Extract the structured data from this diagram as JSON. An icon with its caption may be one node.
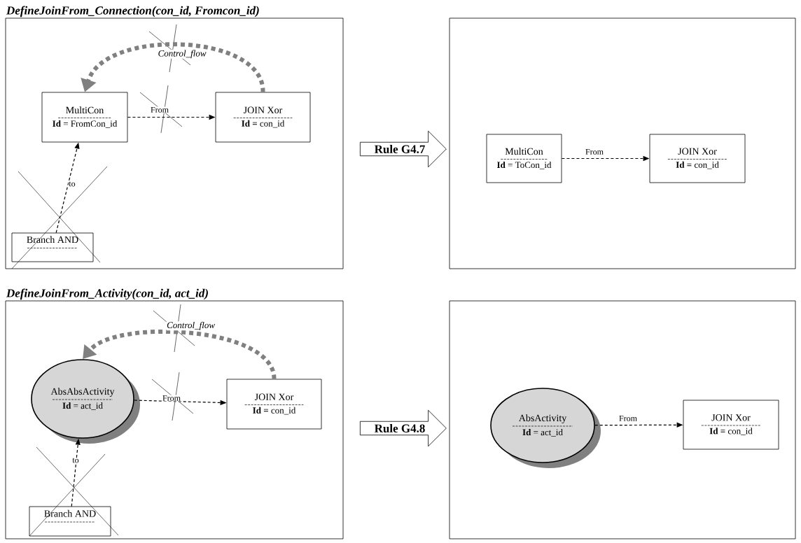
{
  "diagram": {
    "nodes": [
      {
        "text": [
          "DefineJoinFrom_Connection(con_id, Fromcon_id)"
        ]
      },
      {
        "text": [
          "MultiCon",
          "**Id** = FromCon_id"
        ],
        "in": 0
      },
      {
        "text": [
          "JOIN Xor",
          "**Id =** con_id"
        ],
        "in": 0
      },
      {
        "text": [
          "Branch AND"
        ],
        "in": 0
      },
      {
        "text": [
          "Rule G4.7"
        ]
      },
      {
        "text": [],
        "shape": "box"
      },
      {
        "text": [
          "MultiCon",
          "**Id** = ToCon_id"
        ],
        "in": 5
      },
      {
        "text": [
          "JOIN Xor",
          "**Id =** con_id"
        ],
        "in": 5
      },
      {
        "text": [
          "DefineJoinFrom_Activity(con_id, act_id)"
        ]
      },
      {
        "text": [
          "AbsAbsActivity",
          "**Id** = act_id"
        ],
        "in": 8
      },
      {
        "text": [
          "JOIN Xor",
          "**Id =** con_id"
        ],
        "in": 8
      },
      {
        "text": [
          "Branch AND"
        ],
        "in": 8
      },
      {
        "text": [
          "Rule G4.8"
        ]
      },
      {
        "text": [],
        "shape": "box"
      },
      {
        "text": [
          "AbsActivity",
          "**Id** = act_id"
        ],
        "in": 13
      },
      {
        "text": [
          "JOIN Xor",
          "**Id =** con_id"
        ],
        "in": 13
      }
    ],
    "edges": [
      {
        "from": 2,
        "to": 1,
        "arrow": "to",
        "label": "Control_flow",
        "style": "dashed",
        "color": "#808080"
      },
      {
        "from": 1,
        "to": 2,
        "arrow": "to",
        "label": "From"
      },
      {
        "from": 3,
        "to": 1,
        "arrow": "to",
        "label": "to"
      },
      {
        "from": 6,
        "to": 7,
        "arrow": "to",
        "label": "From"
      },
      {
        "from": 10,
        "to": 9,
        "arrow": "to",
        "label": "Control_flow",
        "style": "dashed",
        "color": "#808080"
      },
      {
        "from": 9,
        "to": 10,
        "arrow": "to",
        "label": "From"
      },
      {
        "from": 11,
        "to": 9,
        "arrow": "to",
        "label": "to"
      },
      {
        "from": 14,
        "to": 15,
        "arrow": "to",
        "label": "From"
      }
    ]
  }
}
